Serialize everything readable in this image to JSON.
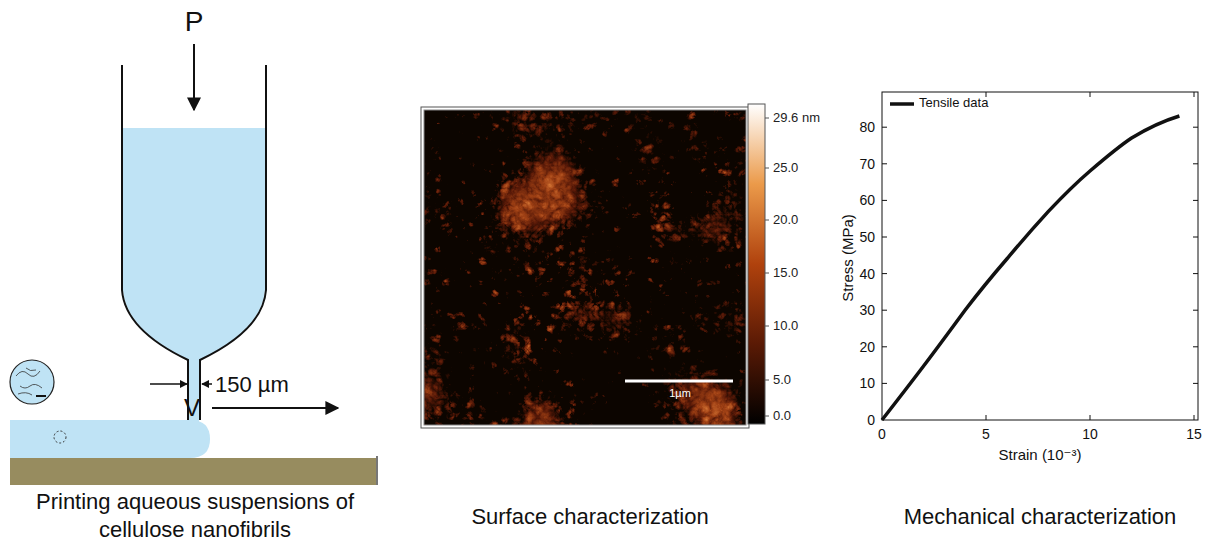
{
  "diagram": {
    "labels": [
      "P",
      "150 µm",
      "V",
      "Printing aqueous suspensions of cellulose nanofibrils",
      "29.6 nm",
      "25.0",
      "20.0",
      "15.0",
      "10.0",
      "5.0",
      "0.0",
      "1µm",
      "Surface characterization",
      "80",
      "70",
      "60",
      "50",
      "40",
      "30",
      "20",
      "10",
      "0",
      "0",
      "5",
      "10",
      "15",
      "Stress (MPa)",
      "Strain (10⁻³)",
      "Mechanical characterization"
    ],
    "legend": [
      {
        "text": "Tensile data"
      }
    ]
  }
}
